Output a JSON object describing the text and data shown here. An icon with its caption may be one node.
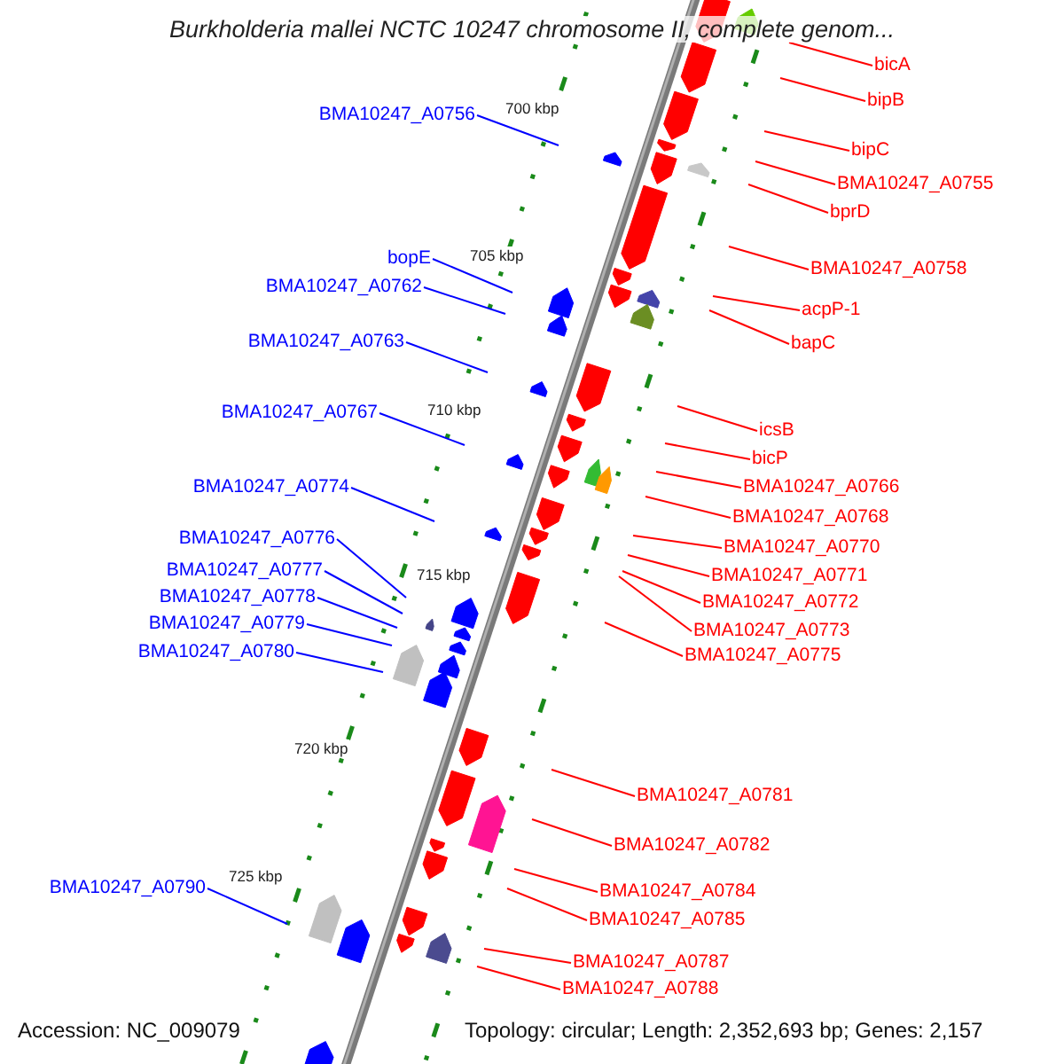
{
  "diagram": {
    "title": "Burkholderia mallei NCTC 10247 chromosome II, complete genom...",
    "nodes": [
      {
        "text": [
          "bicA"
        ]
      },
      {
        "text": [
          "bipB"
        ]
      },
      {
        "text": [
          "BMA10247_A0756"
        ]
      },
      {
        "text": [
          "bipC"
        ]
      },
      {
        "text": [
          "BMA10247_A0755"
        ]
      },
      {
        "text": [
          "bprD"
        ]
      },
      {
        "text": [
          "bopE"
        ]
      },
      {
        "text": [
          "BMA10247_A0758"
        ]
      },
      {
        "text": [
          "BMA10247_A0762"
        ]
      },
      {
        "text": [
          "acpP-1"
        ]
      },
      {
        "text": [
          "BMA10247_A0763"
        ]
      },
      {
        "text": [
          "bapC"
        ]
      },
      {
        "text": [
          "BMA10247_A0767"
        ]
      },
      {
        "text": [
          "icsB"
        ]
      },
      {
        "text": [
          "bicP"
        ]
      },
      {
        "text": [
          "BMA10247_A0774"
        ]
      },
      {
        "text": [
          "BMA10247_A0766"
        ]
      },
      {
        "text": [
          "BMA10247_A0768"
        ]
      },
      {
        "text": [
          "BMA10247_A0776"
        ]
      },
      {
        "text": [
          "BMA10247_A0770"
        ]
      },
      {
        "text": [
          "BMA10247_A0777"
        ]
      },
      {
        "text": [
          "BMA10247_A0771"
        ]
      },
      {
        "text": [
          "BMA10247_A0778"
        ]
      },
      {
        "text": [
          "BMA10247_A0772"
        ]
      },
      {
        "text": [
          "BMA10247_A0779"
        ]
      },
      {
        "text": [
          "BMA10247_A0773"
        ]
      },
      {
        "text": [
          "BMA10247_A0780"
        ]
      },
      {
        "text": [
          "BMA10247_A0775"
        ]
      },
      {
        "text": [
          "BMA10247_A0781"
        ]
      },
      {
        "text": [
          "BMA10247_A0782"
        ]
      },
      {
        "text": [
          "BMA10247_A0790"
        ]
      },
      {
        "text": [
          "BMA10247_A0784"
        ]
      },
      {
        "text": [
          "BMA10247_A0785"
        ]
      },
      {
        "text": [
          "BMA10247_A0787"
        ]
      },
      {
        "text": [
          "BMA10247_A0788"
        ]
      }
    ],
    "edges": [
      {
        "from": 0,
        "to": null,
        "arrow": "none"
      },
      {
        "from": 1,
        "to": null,
        "arrow": "none"
      },
      {
        "from": 2,
        "to": null,
        "arrow": "none",
        "color": "#0000ff"
      },
      {
        "from": 3,
        "to": null,
        "arrow": "none"
      },
      {
        "from": 4,
        "to": null,
        "arrow": "none"
      },
      {
        "from": 5,
        "to": null,
        "arrow": "none"
      },
      {
        "from": 6,
        "to": null,
        "arrow": "none",
        "color": "#0000ff"
      },
      {
        "from": 7,
        "to": null,
        "arrow": "none"
      },
      {
        "from": 8,
        "to": null,
        "arrow": "none",
        "color": "#0000ff"
      },
      {
        "from": 9,
        "to": null,
        "arrow": "none"
      },
      {
        "from": 10,
        "to": null,
        "arrow": "none",
        "color": "#0000ff"
      },
      {
        "from": 11,
        "to": null,
        "arrow": "none"
      },
      {
        "from": 12,
        "to": null,
        "arrow": "none",
        "color": "#0000ff"
      },
      {
        "from": 13,
        "to": null,
        "arrow": "none"
      },
      {
        "from": 14,
        "to": null,
        "arrow": "none"
      },
      {
        "from": 15,
        "to": null,
        "arrow": "none",
        "color": "#0000ff"
      },
      {
        "from": 16,
        "to": null,
        "arrow": "none"
      },
      {
        "from": 17,
        "to": null,
        "arrow": "none"
      },
      {
        "from": 18,
        "to": null,
        "arrow": "none",
        "color": "#0000ff"
      },
      {
        "from": 19,
        "to": null,
        "arrow": "none"
      },
      {
        "from": 20,
        "to": null,
        "arrow": "none",
        "color": "#0000ff"
      },
      {
        "from": 21,
        "to": null,
        "arrow": "none"
      },
      {
        "from": 22,
        "to": null,
        "arrow": "none",
        "color": "#0000ff"
      },
      {
        "from": 23,
        "to": null,
        "arrow": "none"
      },
      {
        "from": 24,
        "to": null,
        "arrow": "none",
        "color": "#0000ff"
      },
      {
        "from": 25,
        "to": null,
        "arrow": "none"
      },
      {
        "from": 26,
        "to": null,
        "arrow": "none",
        "color": "#0000ff"
      },
      {
        "from": 27,
        "to": null,
        "arrow": "none"
      },
      {
        "from": 28,
        "to": null,
        "arrow": "none"
      },
      {
        "from": 29,
        "to": null,
        "arrow": "none"
      },
      {
        "from": 30,
        "to": null,
        "arrow": "none",
        "color": "#0000ff"
      },
      {
        "from": 31,
        "to": null,
        "arrow": "none"
      },
      {
        "from": 32,
        "to": null,
        "arrow": "none"
      },
      {
        "from": 33,
        "to": null,
        "arrow": "none"
      },
      {
        "from": 34,
        "to": null,
        "arrow": "none"
      }
    ],
    "labels": [
      "700 kbp",
      "705 kbp",
      "710 kbp",
      "715 kbp",
      "720 kbp",
      "725 kbp",
      "Accession: NC_009079",
      "Topology: circular; Length: 2,352,693 bp; Genes: 2,157"
    ]
  }
}
